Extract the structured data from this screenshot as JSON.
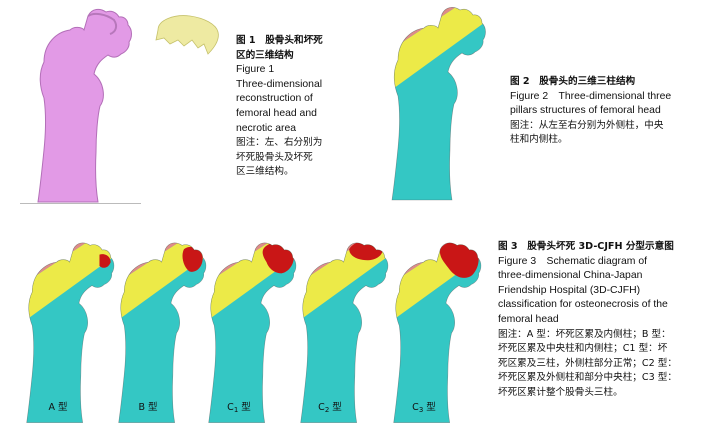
{
  "colors": {
    "femur_pink": "#e29ae6",
    "necrosis_yellow": "#eeeaa2",
    "lateral_pillar": "#de8b88",
    "central_pillar": "#ecea48",
    "medial_pillar": "#34c7c4",
    "necrosis_red": "#c91616"
  },
  "fig1": {
    "title_cn": "图 1　股骨头和坏死区的三维结构",
    "title_cn_l1": "图 1　股骨头和坏死",
    "title_cn_l2": "区的三维结构",
    "title_en_lines": [
      "Figure 1",
      "Three-dimensional",
      "reconstruction of",
      "femoral head and",
      "necrotic area"
    ],
    "note_lines": [
      "图注：左、右分别为",
      "坏死股骨头及坏死",
      "区三维结构。"
    ]
  },
  "fig2": {
    "title_cn": "图 2　股骨头的三维三柱结构",
    "title_en_lines": [
      "Figure 2　Three-dimensional three",
      "pillars structures of femoral head"
    ],
    "note_lines": [
      "图注：从左至右分别为外侧柱，中央",
      "柱和内侧柱。"
    ]
  },
  "fig3": {
    "title_cn": "图 3　股骨头坏死 3D-CJFH 分型示意图",
    "title_en_lines": [
      "Figure 3　Schematic diagram of",
      "three-dimensional China-Japan",
      "Friendship Hospital (3D-CJFH)",
      "classification for osteonecrosis of the",
      "femoral head"
    ],
    "note_lines": [
      "图注：A 型：坏死区累及内侧柱；B 型：",
      "坏死区累及中央柱和内侧柱；C1 型：坏",
      "死区累及三柱，外侧柱部分正常；C2 型：",
      "坏死区累及外侧柱和部分中央柱；C3 型：",
      "坏死区累计整个股骨头三柱。"
    ],
    "types": [
      {
        "main": "A",
        "sub": "",
        "suffix": " 型"
      },
      {
        "main": "B",
        "sub": "",
        "suffix": " 型"
      },
      {
        "main": "C",
        "sub": "1",
        "suffix": " 型"
      },
      {
        "main": "C",
        "sub": "2",
        "suffix": " 型"
      },
      {
        "main": "C",
        "sub": "3",
        "suffix": " 型"
      }
    ]
  }
}
